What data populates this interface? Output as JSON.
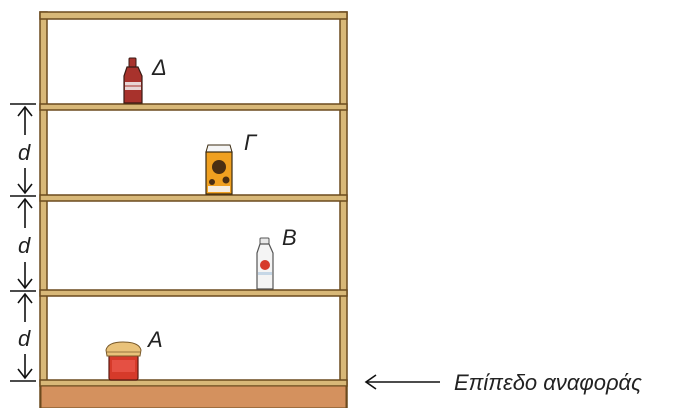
{
  "items": [
    {
      "id": "A",
      "label": "A",
      "kind": "jar"
    },
    {
      "id": "B",
      "label": "B",
      "kind": "milk-bottle"
    },
    {
      "id": "G",
      "label": "Γ",
      "kind": "juice-carton"
    },
    {
      "id": "D",
      "label": "Δ",
      "kind": "soda-bottle"
    }
  ],
  "spacing_label": "d",
  "reference_label": "Επίπεδο αναφοράς",
  "colors": {
    "wood_edge": "#6b4a1e",
    "wood_fill": "#d8b878",
    "floor": "#d4915e",
    "jar": "#d63a2a",
    "lid": "#e9c27a",
    "carton": "#f0a020",
    "soda": "#a8322c"
  }
}
